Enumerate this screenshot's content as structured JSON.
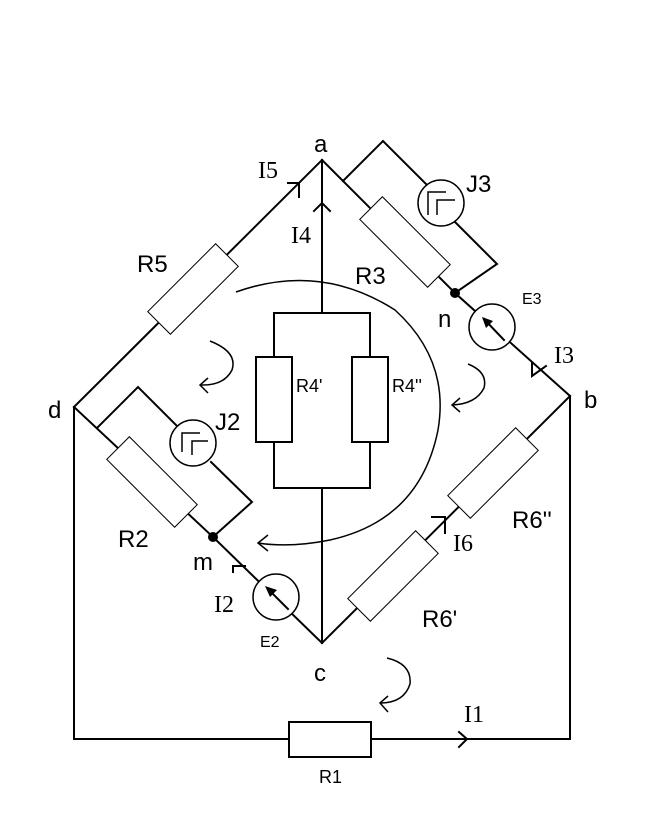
{
  "diagram": {
    "type": "electrical-circuit",
    "nodes": {
      "a": "a",
      "b": "b",
      "c": "c",
      "d": "d",
      "m": "m",
      "n": "n"
    },
    "resistors": {
      "R1": "R1",
      "R2": "R2",
      "R3": "R3",
      "R4p": "R4'",
      "R4pp": "R4''",
      "R5": "R5",
      "R6p": "R6'",
      "R6pp": "R6''"
    },
    "voltage_sources": {
      "E2": "E2",
      "E3": "E3"
    },
    "current_sources": {
      "J2": "J2",
      "J3": "J3"
    },
    "currents": {
      "I1": "I1",
      "I2": "I2",
      "I3": "I3",
      "I4": "I4",
      "I5": "I5",
      "I6": "I6"
    },
    "branches": [
      {
        "name": "R5",
        "from": "d",
        "to": "a",
        "current": "I5"
      },
      {
        "name": "R4' || R4''",
        "from": "c",
        "to": "a",
        "current": "I4"
      },
      {
        "name": "R3 || J3",
        "from": "a",
        "to": "n"
      },
      {
        "name": "E3",
        "from": "b",
        "to": "n",
        "current": "I3"
      },
      {
        "name": "R6' + R6''",
        "from": "c",
        "to": "b",
        "current": "I6"
      },
      {
        "name": "R2 || J2",
        "from": "d",
        "to": "m"
      },
      {
        "name": "E2",
        "from": "c",
        "to": "m",
        "current": "I2"
      },
      {
        "name": "R1",
        "from": "d",
        "to": "b",
        "current": "I1"
      }
    ],
    "loop_directions": [
      "clockwise",
      "clockwise",
      "clockwise",
      "counterclockwise-large",
      "clockwise"
    ]
  }
}
